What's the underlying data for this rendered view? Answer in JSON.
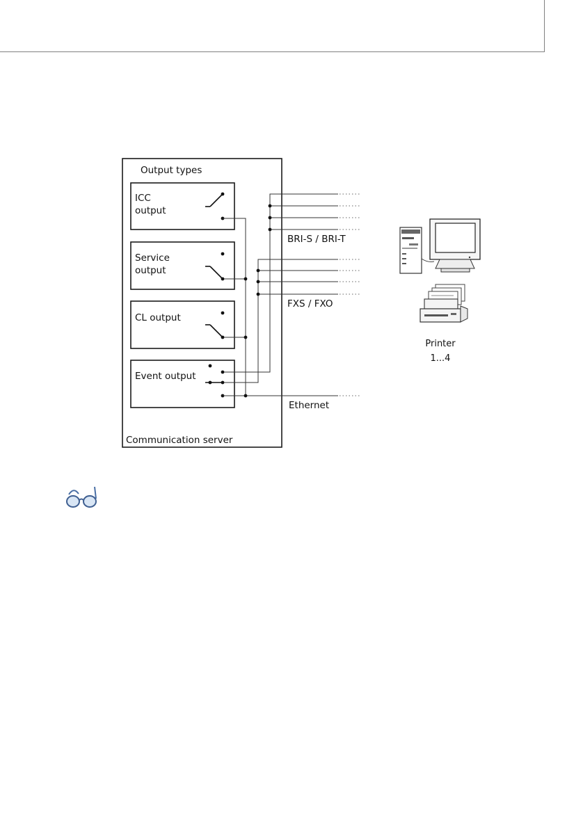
{
  "diagram": {
    "server_label": "Communication server",
    "output_types_label": "Output types",
    "outputs": [
      {
        "line1": "ICC",
        "line2": "output"
      },
      {
        "line1": "Service",
        "line2": "output"
      },
      {
        "line1": "CL output",
        "line2": ""
      },
      {
        "line1": "Event output",
        "line2": ""
      }
    ],
    "interfaces": {
      "bri": "BRI-S / BRI-T",
      "fxs": "FXS / FXO",
      "ethernet": "Ethernet"
    },
    "printer": {
      "label": "Printer",
      "range": "1...4"
    }
  },
  "icons": {
    "note": "glasses-icon",
    "computer": "computer-icon",
    "printer": "printer-icon"
  }
}
